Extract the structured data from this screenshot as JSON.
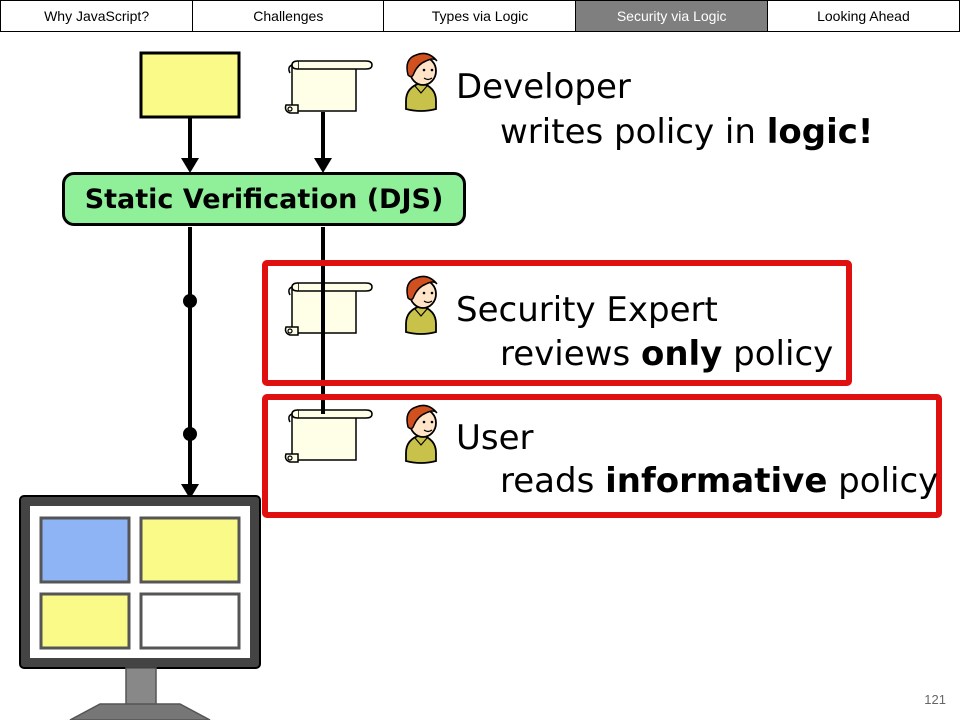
{
  "nav": {
    "tabs": [
      {
        "label": "Why JavaScript?",
        "active": false
      },
      {
        "label": "Challenges",
        "active": false
      },
      {
        "label": "Types via Logic",
        "active": false
      },
      {
        "label": "Security via Logic",
        "active": true
      },
      {
        "label": "Looking Ahead",
        "active": false
      }
    ]
  },
  "verification": {
    "label": "Static Verification (DJS)",
    "color": "#90f09a"
  },
  "roles": {
    "developer": {
      "name": "Developer",
      "desc_pre": "writes policy in ",
      "desc_bold": "logic!",
      "desc_post": ""
    },
    "expert": {
      "name": "Security Expert",
      "desc_pre": "reviews ",
      "desc_bold": "only",
      "desc_post": " policy"
    },
    "user": {
      "name": "User",
      "desc_pre": "reads ",
      "desc_bold": "informative",
      "desc_post": " policy"
    }
  },
  "colors": {
    "highlight": "#e01010",
    "code_box": "#fafa88",
    "scroll": "#fffee6",
    "screen_blue": "#8fb4f5",
    "screen_yellow": "#fafa88",
    "screen_white": "#ffffff"
  },
  "page_number": "121"
}
